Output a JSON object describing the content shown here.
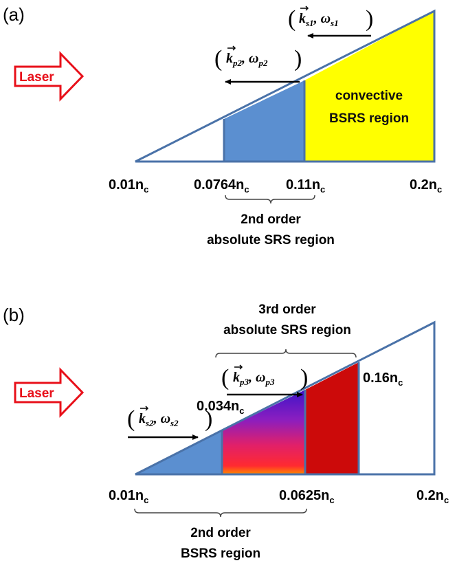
{
  "panel_a": {
    "tag": "(a)",
    "laser": "Laser",
    "wave_s1": {
      "k": "k",
      "k_sub": "s1",
      "omega": "ω",
      "omega_sub": "s1"
    },
    "wave_p2": {
      "k": "k",
      "k_sub": "p2",
      "omega": "ω",
      "omega_sub": "p2"
    },
    "region_text_1": "convective",
    "region_text_2": "BSRS region",
    "density_1": {
      "value": "0.01n",
      "sub": "c"
    },
    "density_2": {
      "value": "0.0764n",
      "sub": "c"
    },
    "density_3": {
      "value": "0.11n",
      "sub": "c"
    },
    "density_4": {
      "value": "0.2n",
      "sub": "c"
    },
    "brace_line_1": "2nd order",
    "brace_line_2": "absolute SRS region",
    "colors": {
      "blue": "#5b8fd0",
      "yellow": "#ffff00",
      "outline": "#4a72a8"
    }
  },
  "panel_b": {
    "tag": "(b)",
    "laser": "Laser",
    "top_brace_line_1": "3rd order",
    "top_brace_line_2": "absolute SRS region",
    "wave_p3": {
      "k": "k",
      "k_sub": "p3",
      "omega": "ω",
      "omega_sub": "p3"
    },
    "wave_s2": {
      "k": "k",
      "k_sub": "s2",
      "omega": "ω",
      "omega_sub": "s2"
    },
    "density_034": {
      "value": "0.034n",
      "sub": "c"
    },
    "density_016": {
      "value": "0.16n",
      "sub": "c"
    },
    "density_1": {
      "value": "0.01n",
      "sub": "c"
    },
    "density_2": {
      "value": "0.0625n",
      "sub": "c"
    },
    "density_3": {
      "value": "0.2n",
      "sub": "c"
    },
    "brace_line_1": "2nd order",
    "brace_line_2": "BSRS region",
    "colors": {
      "blue": "#5b8fd0",
      "red": "#cc0a0a",
      "outline": "#4a72a8"
    }
  }
}
